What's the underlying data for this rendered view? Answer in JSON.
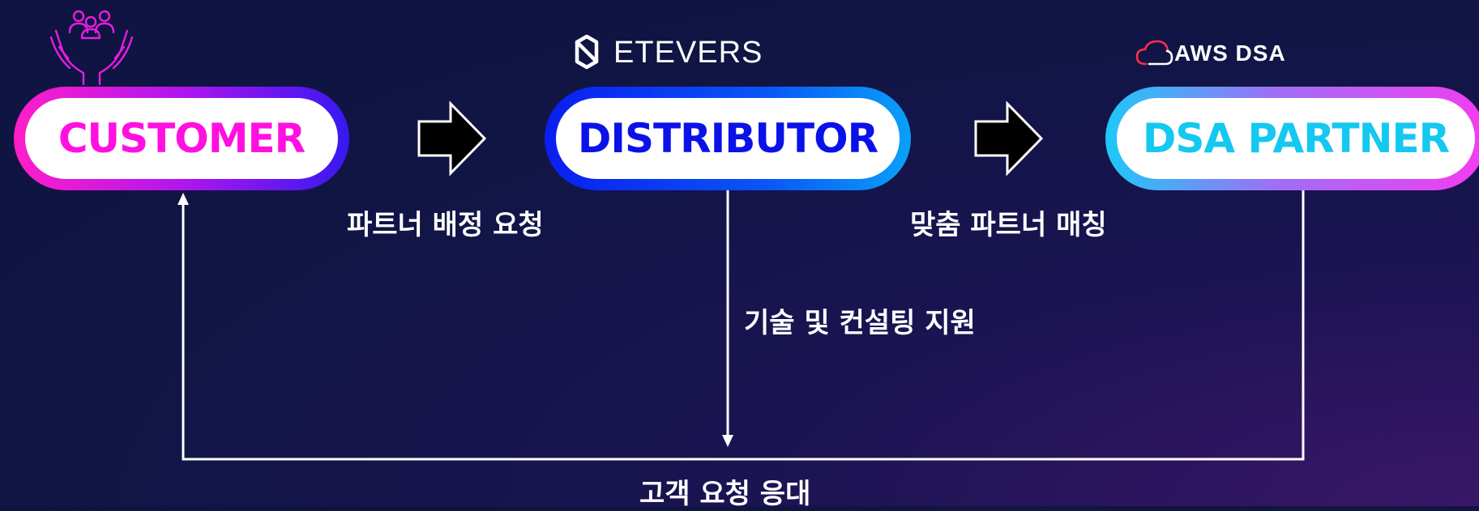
{
  "nodes": {
    "customer": "CUSTOMER",
    "distributor": "DISTRIBUTOR",
    "partner": "DSA PARTNER"
  },
  "logos": {
    "etevers": "ETEVERS",
    "aws_dsa": "AWS DSA"
  },
  "edges": {
    "partner_request": "파트너 배정 요청",
    "custom_matching": "맞춤 파트너 매칭",
    "tech_support": "기술 및 컨설팅 지원",
    "customer_response": "고객 요청 응대"
  },
  "colors": {
    "background": "#10154a",
    "customer_text": "#ff10e0",
    "distributor_text": "#0b12e8",
    "partner_text": "#14c8f0",
    "connector": "#ffffff",
    "arrow_fill": "#000000"
  },
  "icons": {
    "customer": "people-in-hands-icon",
    "etevers": "etevers-logo-icon",
    "aws_dsa": "cloud-logo-icon"
  }
}
